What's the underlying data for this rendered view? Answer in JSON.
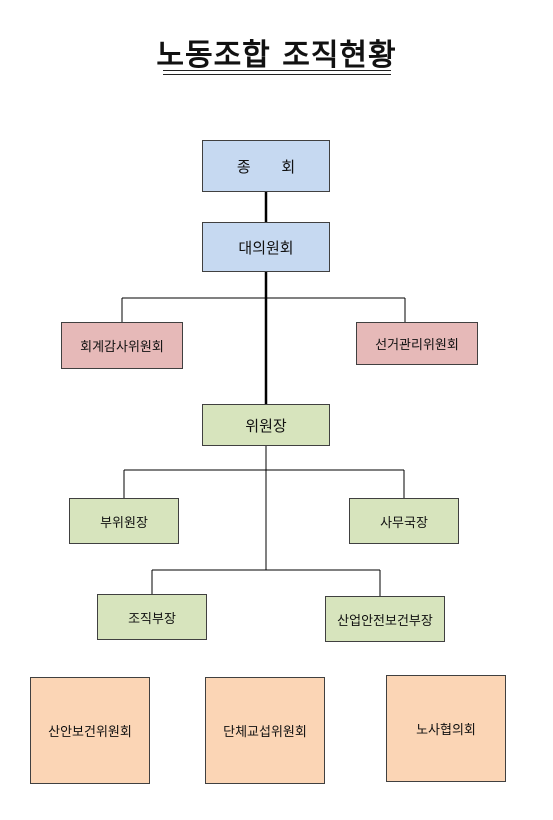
{
  "title": "노동조합 조직현황",
  "boxes": {
    "general_assembly": "종 회",
    "delegates_council": "대의원회",
    "audit_committee": "회계감사위원회",
    "election_committee": "선거관리위원회",
    "chairman": "위원장",
    "vice_chairman": "부위원장",
    "secretary_general": "사무국장",
    "organization_head": "조직부장",
    "safety_health_head": "산업안전보건부장",
    "safety_health_committee": "산안보건위원회",
    "bargaining_committee": "단체교섭위원회",
    "labor_management_council": "노사협의회"
  },
  "colors": {
    "top_level": "#c6d9f1",
    "committee": "#e6b9b8",
    "officer": "#d7e4bd",
    "council": "#fbd5b5",
    "border": "#404040",
    "line": "#000000"
  }
}
